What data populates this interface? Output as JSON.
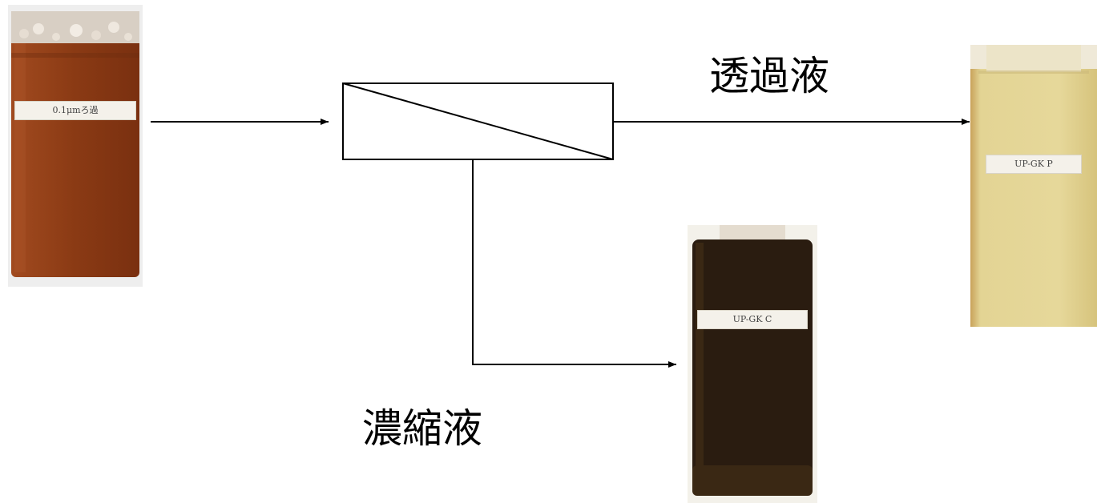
{
  "diagram": {
    "feed": {
      "label": "0.1μmろ過",
      "liquid_color": "#8a3a14"
    },
    "permeate": {
      "title": "透過液",
      "label": "UP-GK P",
      "liquid_color": "#e3d494"
    },
    "concentrate": {
      "title": "濃縮液",
      "label": "UP-GK C",
      "liquid_color": "#2a1c10"
    },
    "line_color": "#000000"
  }
}
